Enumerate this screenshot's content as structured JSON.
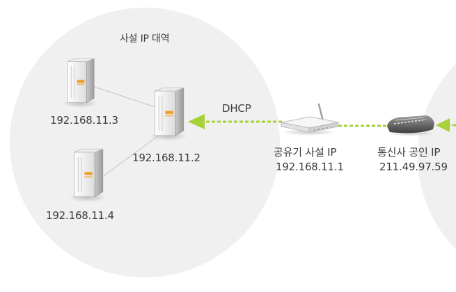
{
  "zone": {
    "title": "사설 IP 대역"
  },
  "servers": [
    {
      "ip": "192.168.11.3"
    },
    {
      "ip": "192.168.11.2"
    },
    {
      "ip": "192.168.11.4"
    }
  ],
  "connection": {
    "protocol": "DHCP"
  },
  "router": {
    "name": "공유기 사설 IP",
    "ip": "192.168.11.1"
  },
  "modem": {
    "name": "통신사 공인 IP",
    "ip": "211.49.97.59"
  },
  "colors": {
    "zone_fill": "#f0f0f0",
    "dhcp_link": "#a6d13a",
    "server_link": "#c4c4c4",
    "server_accent": "#f2a12e"
  }
}
